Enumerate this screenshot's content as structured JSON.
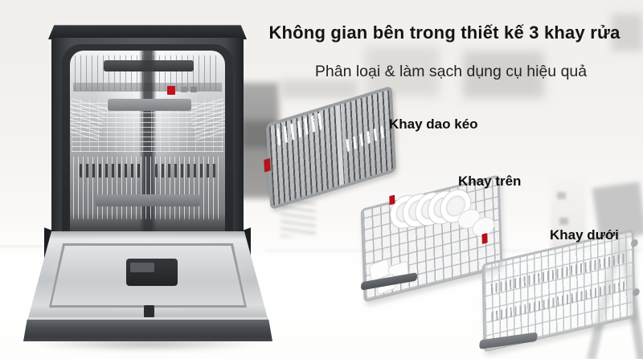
{
  "header": {
    "title": "Không gian bên trong thiết kế 3 khay rửa",
    "subtitle": "Phân loại & làm sạch dụng cụ hiệu quả"
  },
  "trays": {
    "cutlery": {
      "label": "Khay dao kéo"
    },
    "upper": {
      "label": "Khay trên"
    },
    "lower": {
      "label": "Khay dưới"
    }
  },
  "colors": {
    "accent_red": "#b5121b",
    "title_text": "#141414",
    "dishwasher_body": "#45494d",
    "stainless": "#d3d6d8",
    "background": "#f1efec"
  }
}
